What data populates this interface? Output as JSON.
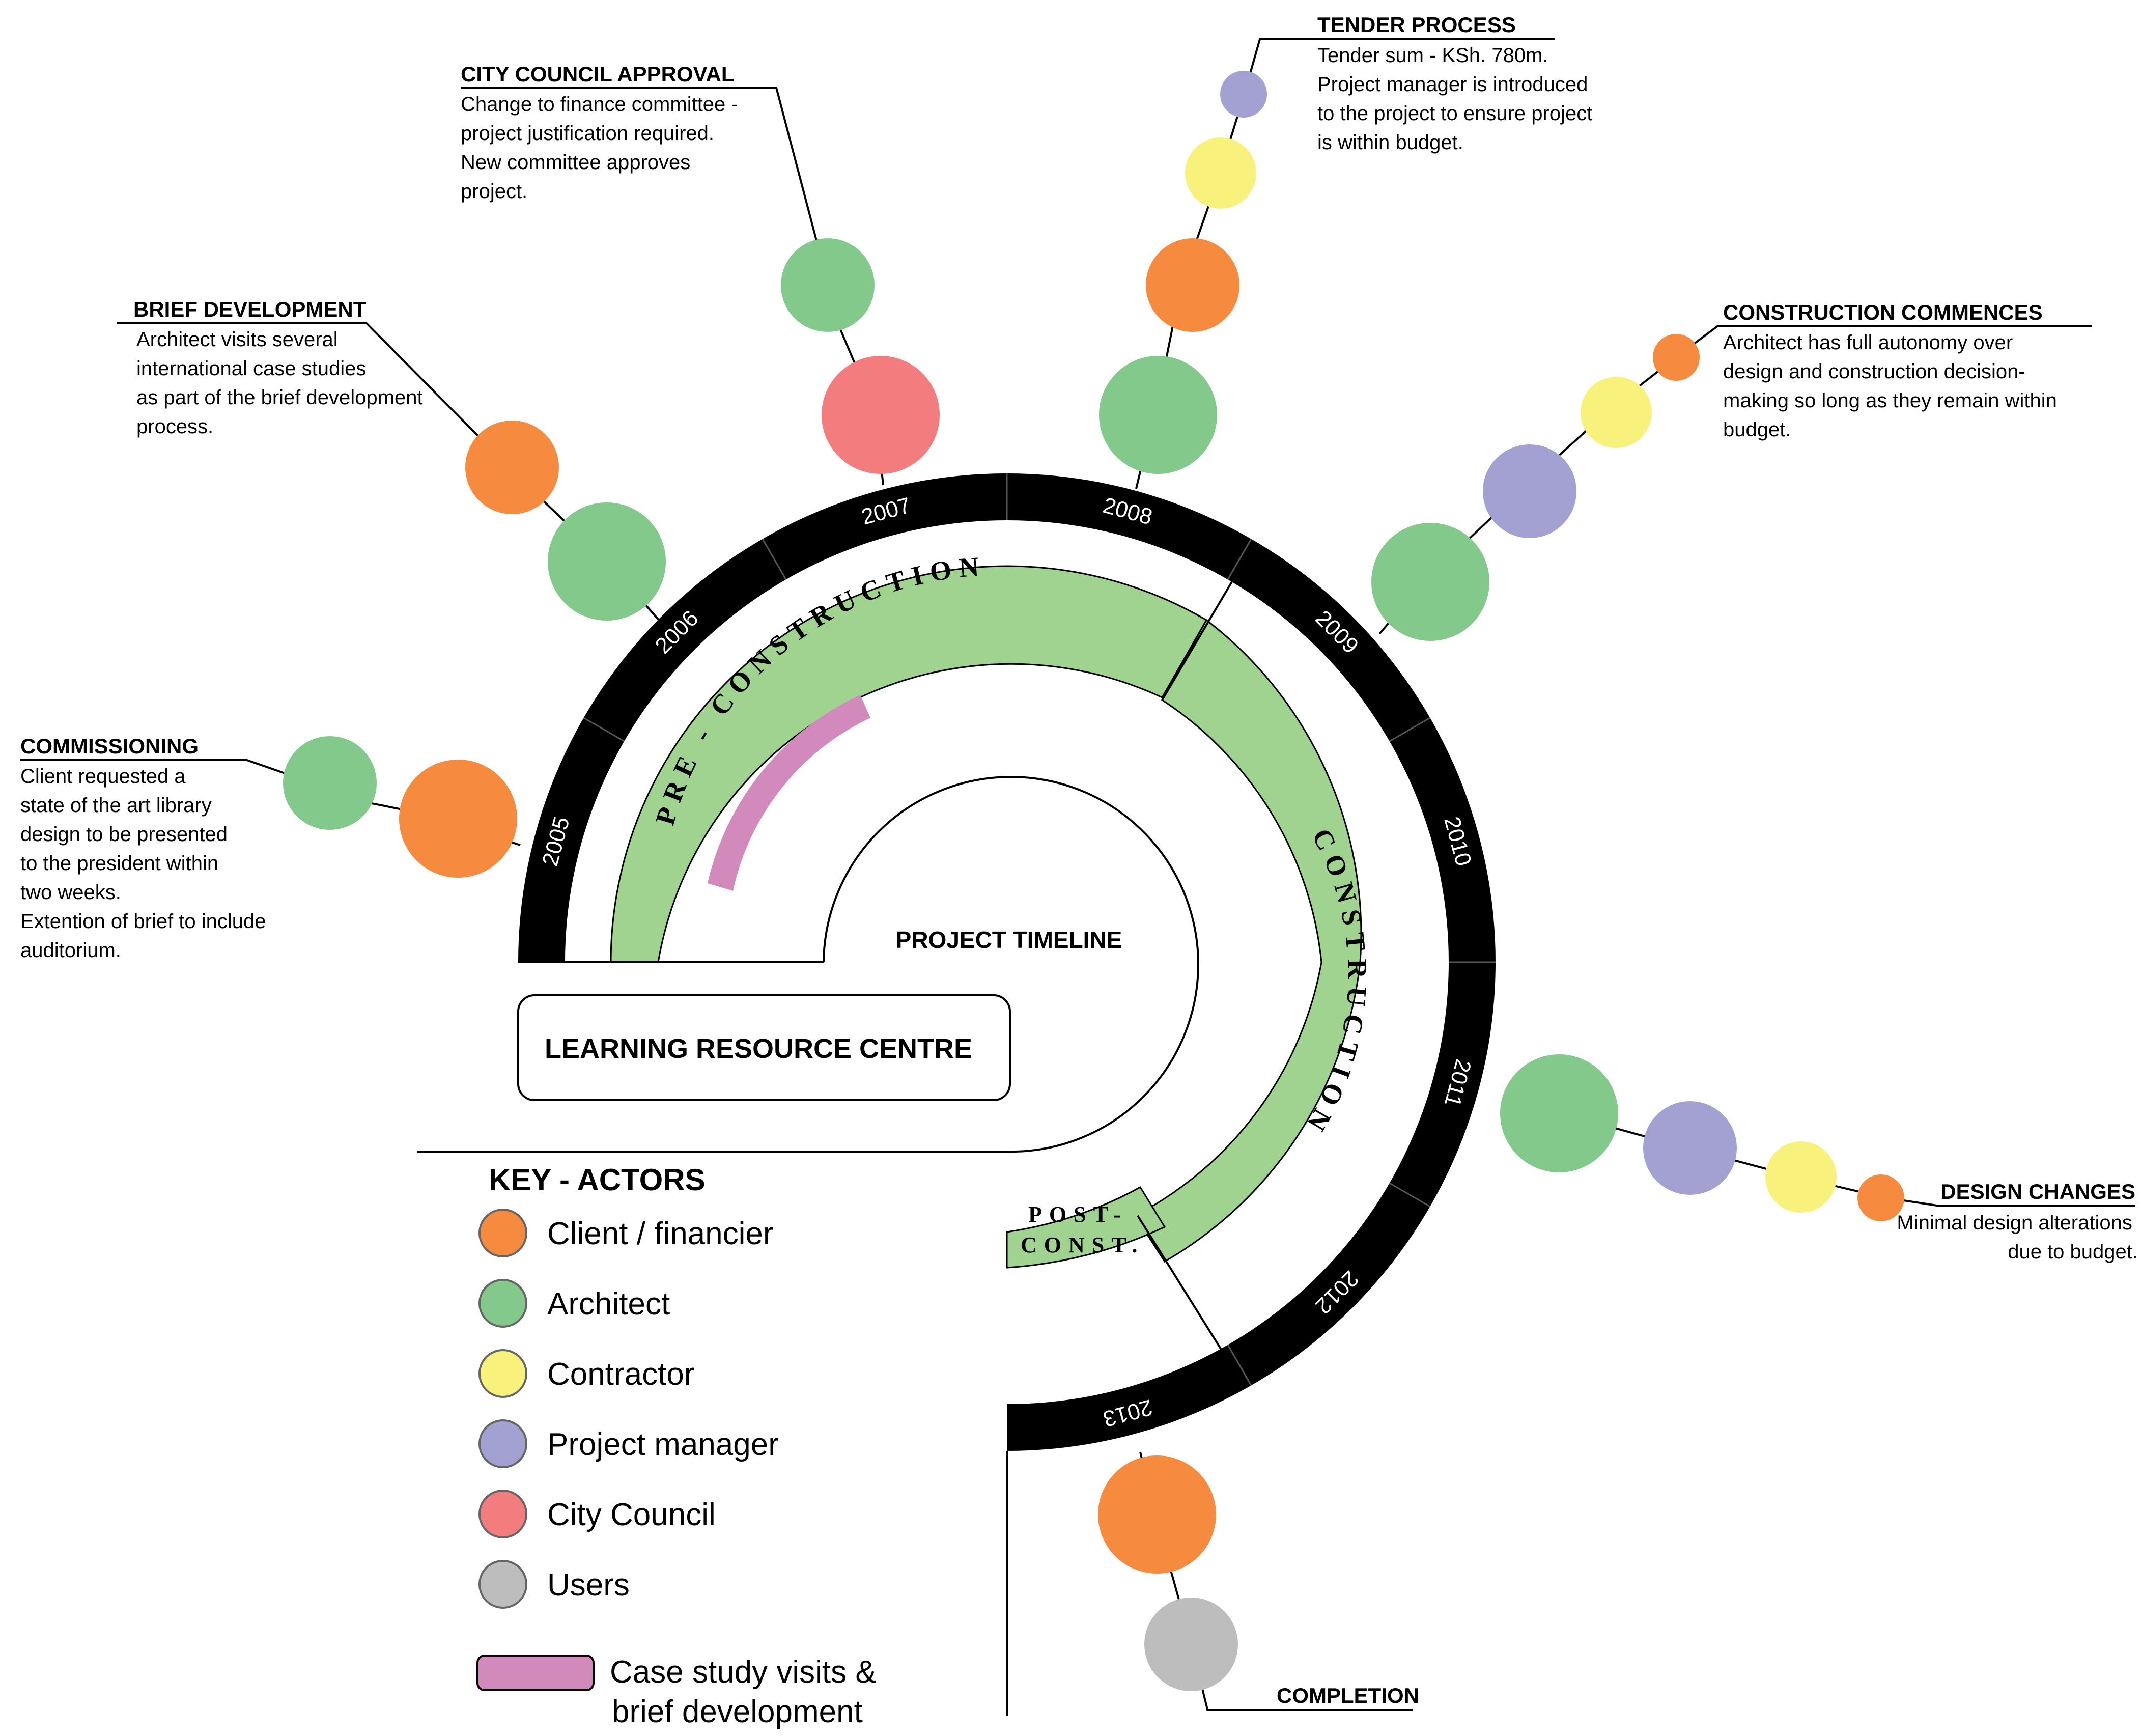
{
  "title": "PROJECT TIMELINE",
  "project_name": "LEARNING RESOURCE CENTRE",
  "years": [
    "2005",
    "2006",
    "2007",
    "2008",
    "2009",
    "2010",
    "2011",
    "2012",
    "2013"
  ],
  "phases": {
    "pre_construction": "PRE - CONSTRUCTION",
    "construction": "CONSTRUCTION",
    "post_construction_line1": "POST-",
    "post_construction_line2": "CONST."
  },
  "colors": {
    "client": "#f68b40",
    "architect": "#83c98c",
    "contractor": "#f8f27c",
    "project_manager": "#a3a1d2",
    "city_council": "#f27c7e",
    "users": "#bdbdbd",
    "case_study": "#d289bb",
    "phase_band": "#9fd38f",
    "ring": "#000000"
  },
  "events": [
    {
      "id": "commissioning",
      "title": "COMMISSIONING",
      "lines": [
        "Client requested a",
        "state of the art library",
        "design to be presented",
        "to the president within",
        "two weeks.",
        "Extention of brief to include",
        "auditorium."
      ],
      "actors": [
        "client",
        "architect"
      ]
    },
    {
      "id": "brief-development",
      "title": "BRIEF DEVELOPMENT",
      "lines": [
        "Architect visits several",
        "international case studies",
        "as part of the brief development",
        "process."
      ],
      "actors": [
        "architect",
        "client"
      ]
    },
    {
      "id": "city-council-approval",
      "title": "CITY COUNCIL APPROVAL",
      "lines": [
        "Change to finance committee -",
        "project justification required.",
        "New committee approves",
        "project."
      ],
      "actors": [
        "city_council",
        "architect"
      ]
    },
    {
      "id": "tender-process",
      "title": "TENDER PROCESS",
      "lines": [
        "Tender sum - KSh. 780m.",
        "Project manager is introduced",
        "to the project to ensure project",
        "is within budget."
      ],
      "actors": [
        "architect",
        "client",
        "contractor",
        "project_manager"
      ]
    },
    {
      "id": "construction-commences",
      "title": "CONSTRUCTION COMMENCES",
      "lines": [
        "Architect has full autonomy over",
        "design and construction decision-",
        "making so long as they remain within",
        "budget."
      ],
      "actors": [
        "architect",
        "project_manager",
        "contractor",
        "client"
      ]
    },
    {
      "id": "design-changes",
      "title": "DESIGN CHANGES",
      "lines": [
        "Minimal design alterations",
        "due to budget."
      ],
      "actors": [
        "architect",
        "project_manager",
        "contractor",
        "client"
      ]
    },
    {
      "id": "completion",
      "title": "COMPLETION",
      "lines": [],
      "actors": [
        "client",
        "users"
      ]
    }
  ],
  "key": {
    "title": "KEY - ACTORS",
    "items": [
      {
        "label": "Client / financier",
        "color": "#f68b40"
      },
      {
        "label": "Architect",
        "color": "#83c98c"
      },
      {
        "label": "Contractor",
        "color": "#f8f27c"
      },
      {
        "label": "Project manager",
        "color": "#a3a1d2"
      },
      {
        "label": "City Council",
        "color": "#f27c7e"
      },
      {
        "label": "Users",
        "color": "#bdbdbd"
      }
    ],
    "case_study_line1": "Case study visits &",
    "case_study_line2": "brief development"
  }
}
